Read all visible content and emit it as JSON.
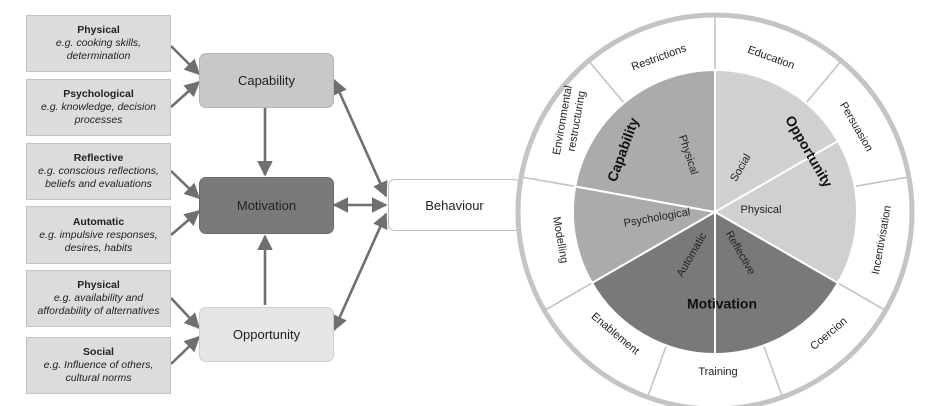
{
  "sources": [
    {
      "id": "physical-capability",
      "title": "Physical",
      "desc": "e.g. cooking skills, determination"
    },
    {
      "id": "psychological-capability",
      "title": "Psychological",
      "desc": "e.g. knowledge,  decision processes"
    },
    {
      "id": "reflective-motivation",
      "title": "Reflective",
      "desc": "e.g. conscious reflections, beliefs and evaluations"
    },
    {
      "id": "automatic-motivation",
      "title": "Automatic",
      "desc": "e.g. impulsive responses, desires, habits"
    },
    {
      "id": "physical-opportunity",
      "title": "Physical",
      "desc": "e.g. availability and affordability of alternatives"
    },
    {
      "id": "social-opportunity",
      "title": "Social",
      "desc": "e.g. Influence of others, cultural norms"
    }
  ],
  "nodes": {
    "capability": "Capability",
    "motivation": "Motivation",
    "opportunity": "Opportunity",
    "behaviour": "Behaviour"
  },
  "colors": {
    "source_fill": "#dcdcdc",
    "capability_fill": "#c8c8c8",
    "motivation_fill": "#7a7a7a",
    "opportunity_fill": "#e6e6e6",
    "arrow": "#6f6f6f",
    "wheel_capability": "#ababab",
    "wheel_opportunity": "#d0d0d0",
    "wheel_motivation": "#797979",
    "wheel_ring": "#ffffff",
    "wheel_border": "#c4c4c4"
  },
  "wheel": {
    "interventions": [
      "Restrictions",
      "Education",
      "Persuasion",
      "Incentivisation",
      "Coercion",
      "Training",
      "Enablement",
      "Modelling",
      "Environmental restructuring"
    ],
    "sectors": {
      "capability_label": "Capability",
      "opportunity_label": "Opportunity",
      "motivation_label": "Motivation",
      "physical_cap": "Physical",
      "psychological": "Psychological",
      "social": "Social",
      "physical_opp": "Physical",
      "reflective": "Reflective",
      "automatic": "Automatic"
    }
  }
}
